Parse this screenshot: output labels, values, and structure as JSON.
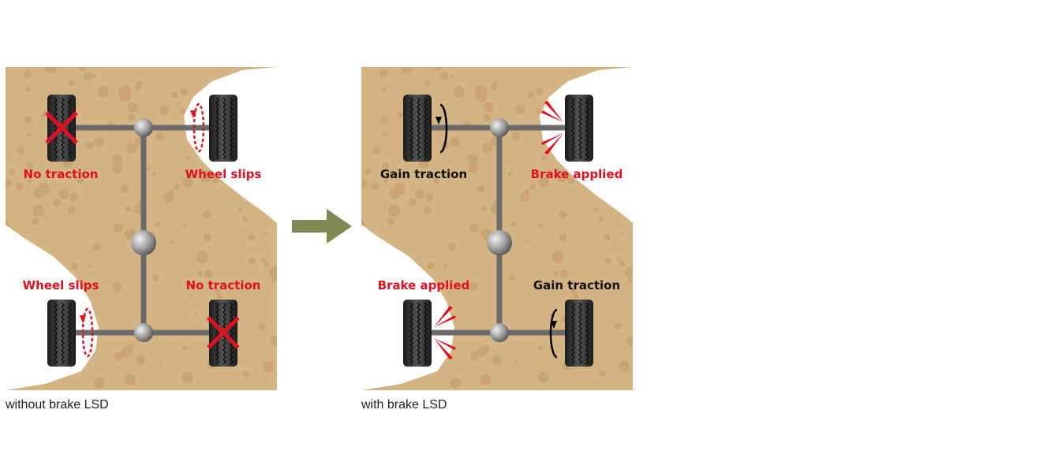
{
  "panels": [
    {
      "caption": "without brake LSD",
      "labels": {
        "top_left": "No traction",
        "top_right": "Wheel slips",
        "bottom_left": "Wheel slips",
        "bottom_right": "No traction"
      }
    },
    {
      "caption": "with brake LSD",
      "labels": {
        "top_left": "Gain traction",
        "top_right": "Brake applied",
        "bottom_left": "Brake applied",
        "bottom_right": "Gain traction"
      }
    }
  ],
  "colors": {
    "sand": "#d4b483",
    "red": "#e01020",
    "arrow": "#7f8a55",
    "axle": "#6b6b6b"
  }
}
